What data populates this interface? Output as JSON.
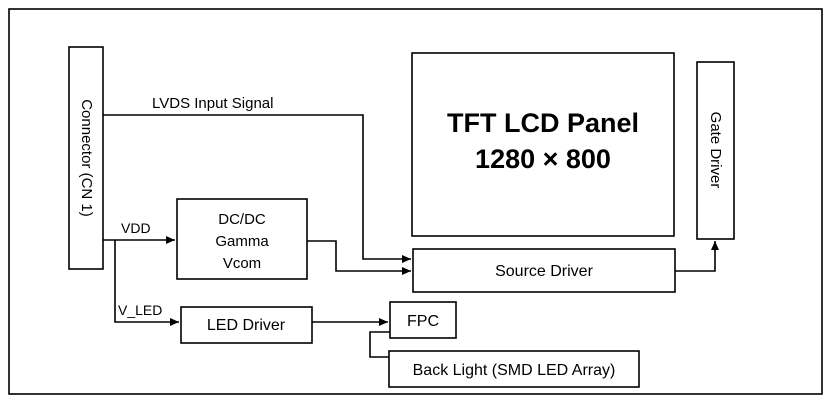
{
  "diagram": {
    "blocks": {
      "connector": "Connector (CN 1)",
      "lcd_panel_line1": "TFT LCD Panel",
      "lcd_panel_line2": "1280 × 800",
      "gate_driver": "Gate Driver",
      "dcdc_line1": "DC/DC",
      "dcdc_line2": "Gamma",
      "dcdc_line3": "Vcom",
      "source_driver": "Source Driver",
      "led_driver": "LED Driver",
      "fpc": "FPC",
      "back_light": "Back Light (SMD LED Array)"
    },
    "signals": {
      "lvds": "LVDS Input Signal",
      "vdd": "VDD",
      "v_led": "V_LED"
    }
  }
}
